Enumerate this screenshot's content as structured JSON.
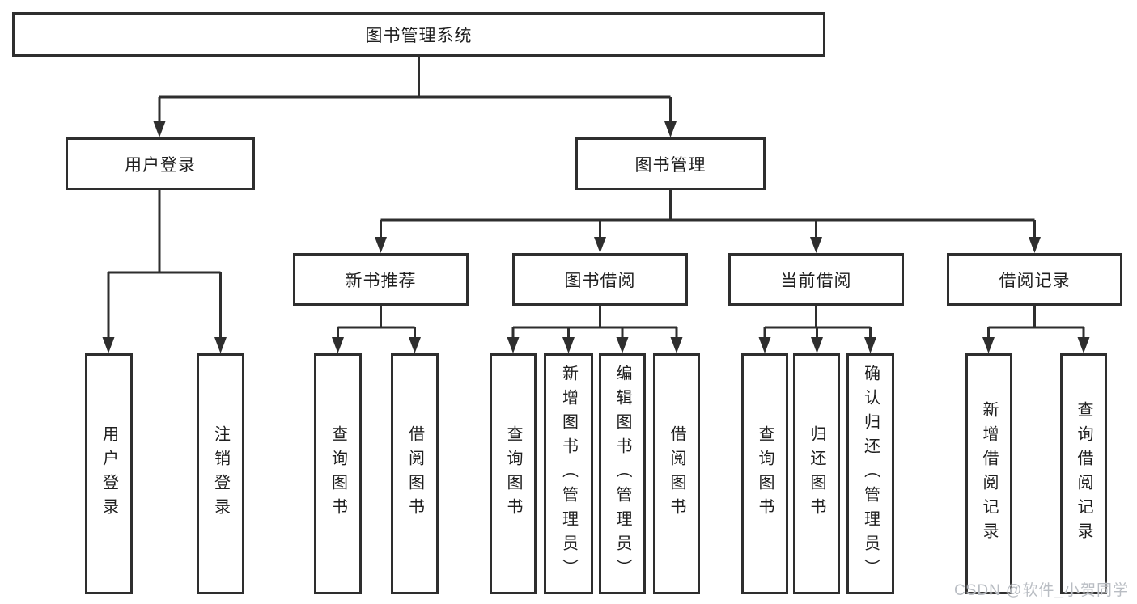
{
  "tree": {
    "root": {
      "label": "图书管理系统"
    },
    "branches": [
      {
        "label": "用户登录",
        "children": [
          "用户登录",
          "注销登录"
        ]
      },
      {
        "label": "图书管理",
        "sections": [
          {
            "label": "新书推荐",
            "children": [
              "查询图书",
              "借阅图书"
            ]
          },
          {
            "label": "图书借阅",
            "children": [
              "查询图书",
              "新增图书（管理员）",
              "编辑图书（管理员）",
              "借阅图书"
            ]
          },
          {
            "label": "当前借阅",
            "children": [
              "查询图书",
              "归还图书",
              "确认归还（管理员）"
            ]
          },
          {
            "label": "借阅记录",
            "children": [
              "新增借阅记录",
              "查询借阅记录"
            ]
          }
        ]
      }
    ]
  },
  "watermark": "CSDN @软件_小贺同学",
  "colors": {
    "line": "#2e2e2e",
    "text": "#1f1f1f",
    "box_background": "#ffffff",
    "watermark": "#b9bdc3",
    "background": "#ffffff"
  }
}
